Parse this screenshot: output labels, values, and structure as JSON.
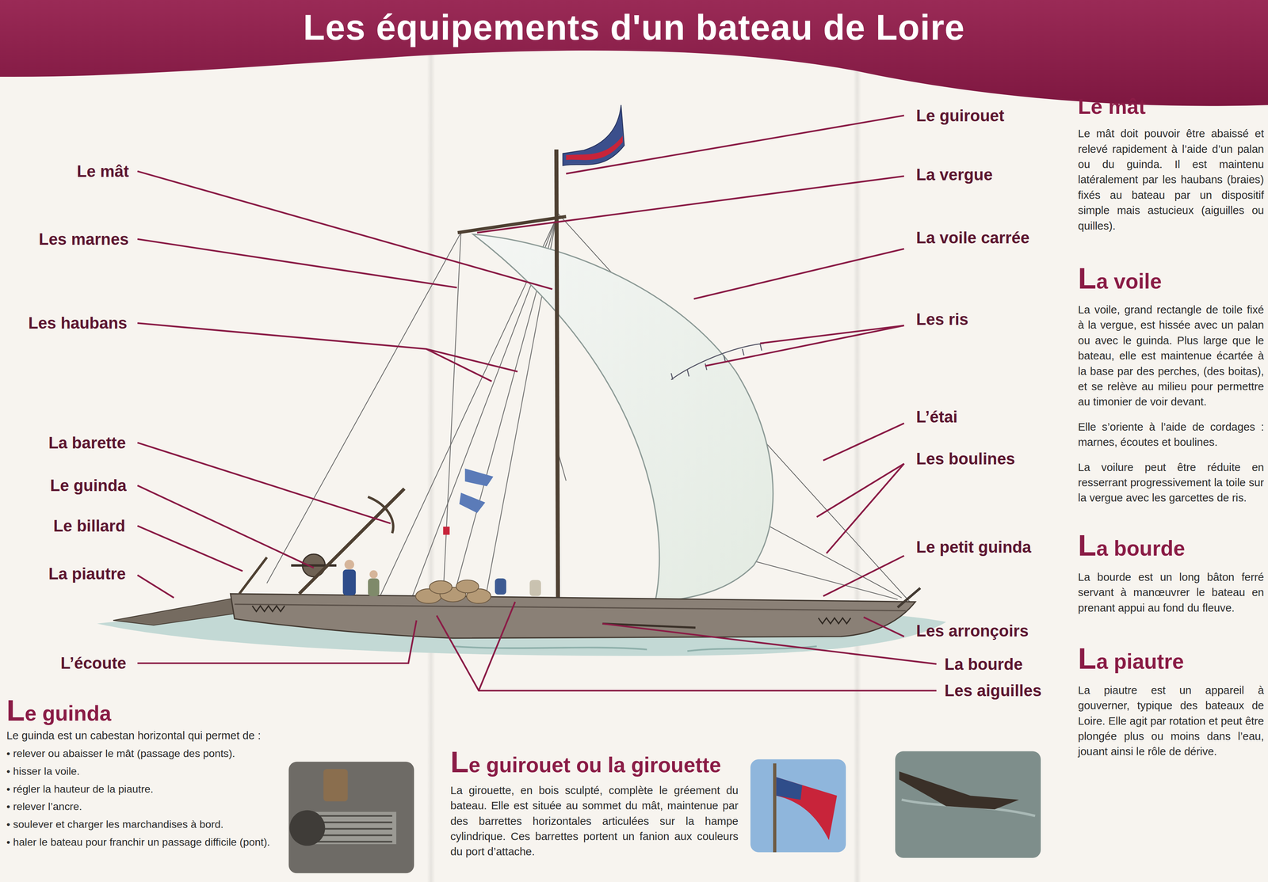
{
  "diagram": {
    "title": "Les équipements d'un bateau de Loire",
    "labels": [
      "Le mât",
      "Les marnes",
      "Les haubans",
      "La barette",
      "Le guinda",
      "Le billard",
      "La piautre",
      "L’écoute",
      "Le guirouet",
      "La vergue",
      "La voile carrée",
      "Les ris",
      "L’étai",
      "Les boulines",
      "Le petit guinda",
      "Les arronçoirs",
      "La bourde",
      "Les aiguilles",
      "Le mât",
      "Le mât doit pouvoir être abaissé et relevé rapidement à l’aide d’un palan ou du guinda. Il est maintenu latéralement par les haubans (braies) fixés au bateau par un dispositif simple mais astucieux (aiguilles ou quilles).",
      "La voile",
      "La voile, grand rectangle de toile fixé à la vergue, est hissée avec un palan ou avec le guinda. Plus large que le bateau, elle est maintenue écartée à la base par des perches, (des boitas), et se relève au milieu pour permettre au timonier de voir devant.",
      "Elle s’oriente à l’aide de cordages : marnes, écoutes et boulines.",
      "La voilure peut être réduite en resserrant progressivement la toile sur la vergue avec les garcettes de ris.",
      "La bourde",
      "La bourde est un long bâton ferré servant à manœuvrer le bateau en prenant appui au fond du fleuve.",
      "La piautre",
      "La piautre est un appareil à gouverner, typique des bateaux de Loire. Elle agit par rotation et peut être plongée plus ou moins dans l’eau, jouant ainsi le rôle de dérive.",
      "Le guinda",
      "Le guinda est un cabestan horizontal qui permet de :",
      "• relever ou abaisser le mât (passage des ponts).",
      "• hisser la voile.",
      "• régler la hauteur de la piautre.",
      "• relever l’ancre.",
      "• soulever et charger les marchandises à bord.",
      "• haler le bateau pour franchir un passage difficile (pont).",
      "Le guirouet ou la girouette",
      "La girouette, en bois sculpté, complète le gréement du bateau. Elle est située au sommet du mât, maintenue par des barrettes horizontales articulées sur la hampe cylindrique. Ces barrettes portent un fanion aux couleurs du port d’attache."
    ]
  }
}
